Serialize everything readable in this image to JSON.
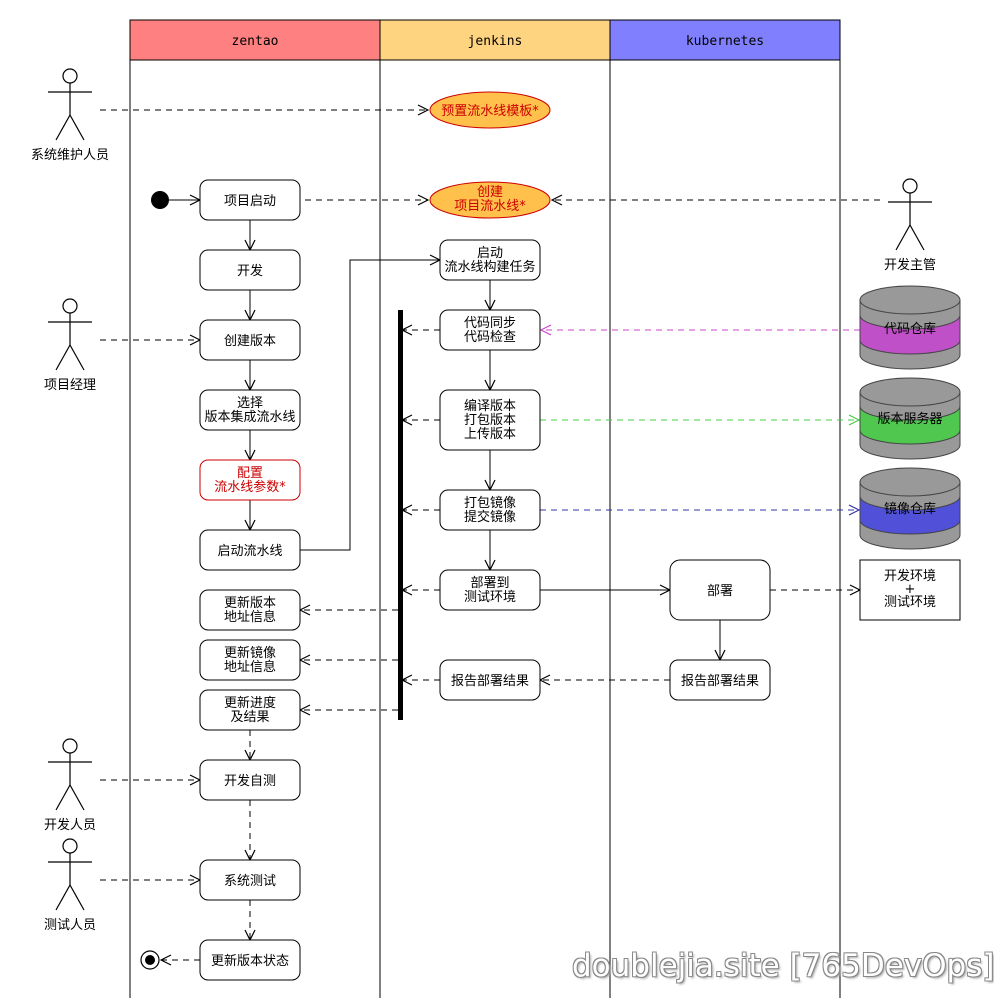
{
  "lanes": [
    {
      "label": "zentao",
      "color": "#ff8080"
    },
    {
      "label": "jenkins",
      "color": "#ffd480"
    },
    {
      "label": "kubernetes",
      "color": "#8080ff"
    }
  ],
  "actors": {
    "sysadmin": "系统维护人员",
    "pm": "项目经理",
    "developer": "开发人员",
    "tester": "测试人员",
    "devlead": "开发主管"
  },
  "zentao": {
    "project_start": "项目启动",
    "develop": "开发",
    "create_version": "创建版本",
    "select_pipeline": [
      "选择",
      "版本集成流水线"
    ],
    "config_params": [
      "配置",
      "流水线参数*"
    ],
    "start_pipeline": "启动流水线",
    "update_version_addr": [
      "更新版本",
      "地址信息"
    ],
    "update_image_addr": [
      "更新镜像",
      "地址信息"
    ],
    "update_progress": [
      "更新进度",
      "及结果"
    ],
    "dev_selftest": "开发自测",
    "system_test": "系统测试",
    "update_version_status": "更新版本状态"
  },
  "jenkins": {
    "preset_template": "预置流水线模板*",
    "create_pipeline": [
      "创建",
      "项目流水线*"
    ],
    "start_build": [
      "启动",
      "流水线构建任务"
    ],
    "code_sync": [
      "代码同步",
      "代码检查"
    ],
    "compile": [
      "编译版本",
      "打包版本",
      "上传版本"
    ],
    "image": [
      "打包镜像",
      "提交镜像"
    ],
    "deploy_to": [
      "部署到",
      "测试环境"
    ],
    "report_result": "报告部署结果"
  },
  "kubernetes": {
    "deploy": "部署",
    "report_result": "报告部署结果"
  },
  "resources": {
    "code_repo": {
      "label": "代码仓库",
      "color": "#c050c8"
    },
    "version_server": {
      "label": "版本服务器",
      "color": "#50c850"
    },
    "image_repo": {
      "label": "镜像仓库",
      "color": "#5050d8"
    },
    "environments": [
      "开发环境",
      "+",
      "测试环境"
    ]
  },
  "colors": {
    "highlight_text": "#cc0000",
    "highlight_fill": "#ffc04c",
    "code_arrow": "#cc44cc",
    "version_arrow": "#44cc44",
    "image_arrow": "#3333aa"
  },
  "watermark": "doublejia.site [765DevOps]"
}
